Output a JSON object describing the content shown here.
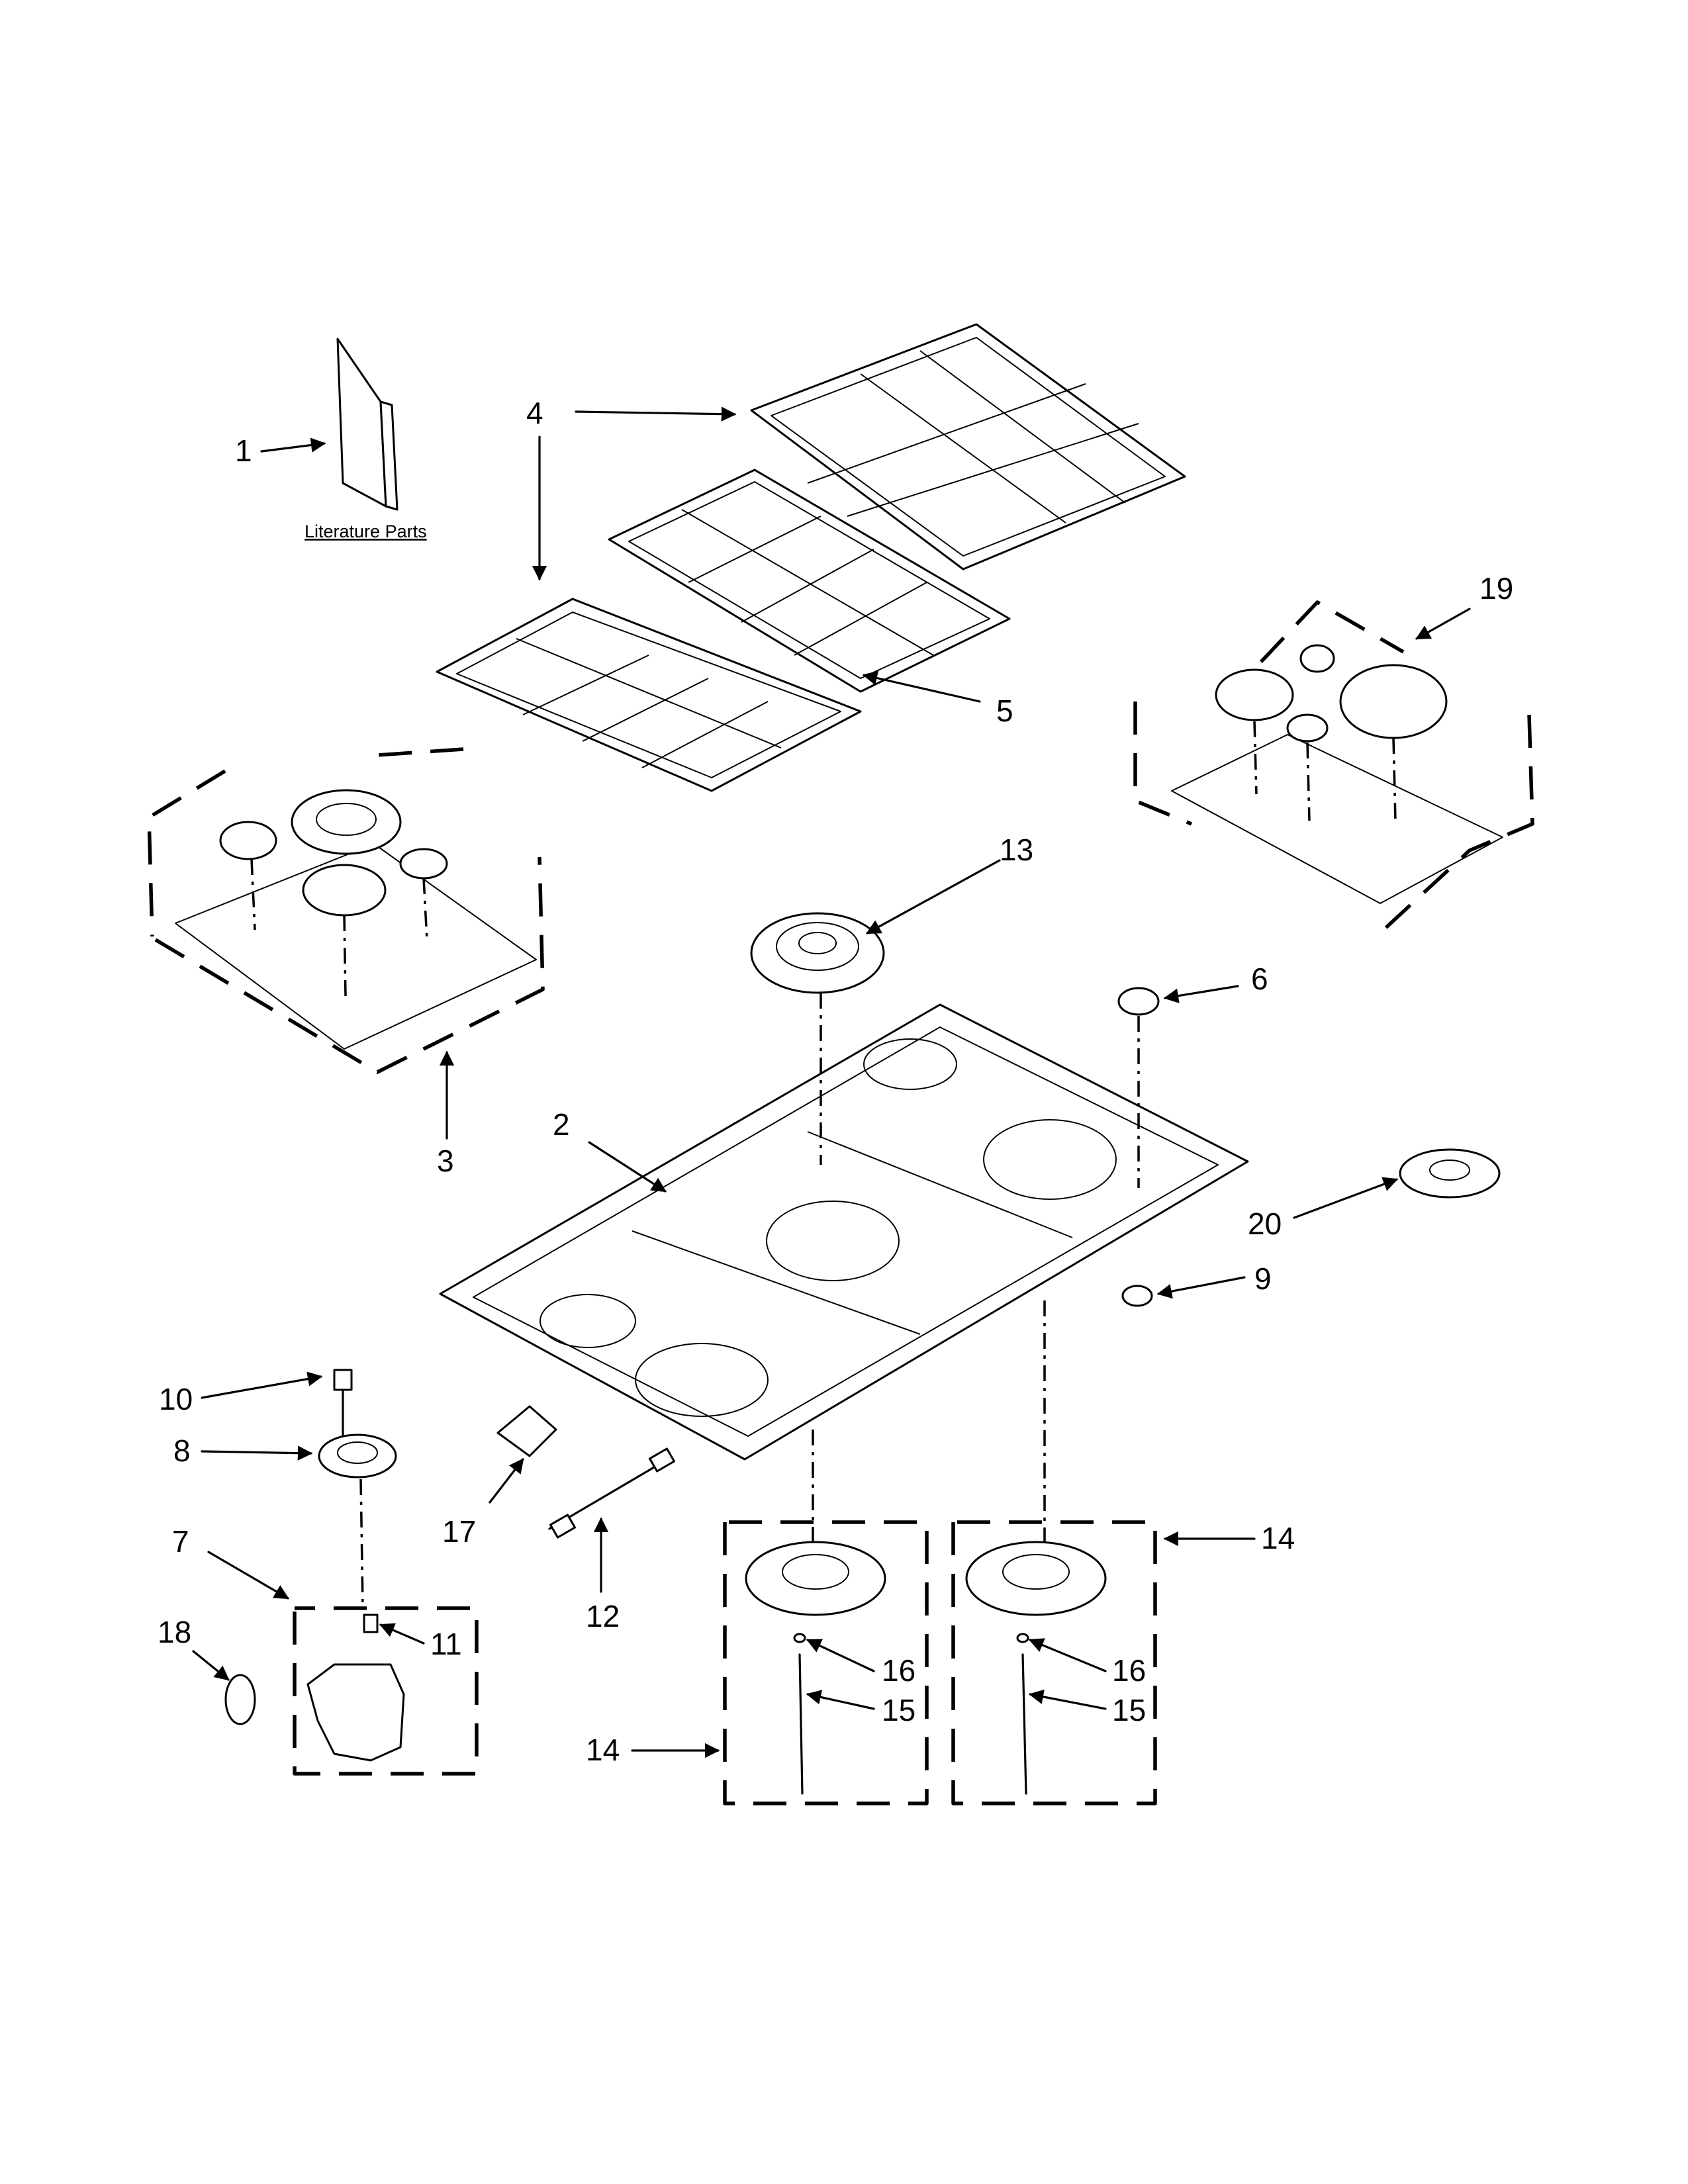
{
  "diagram": {
    "literature_label": "Literature Parts",
    "callouts": [
      {
        "id": "c1",
        "label": "1"
      },
      {
        "id": "c2",
        "label": "2"
      },
      {
        "id": "c3",
        "label": "3"
      },
      {
        "id": "c4",
        "label": "4"
      },
      {
        "id": "c5",
        "label": "5"
      },
      {
        "id": "c6",
        "label": "6"
      },
      {
        "id": "c7",
        "label": "7"
      },
      {
        "id": "c8",
        "label": "8"
      },
      {
        "id": "c9",
        "label": "9"
      },
      {
        "id": "c10",
        "label": "10"
      },
      {
        "id": "c11",
        "label": "11"
      },
      {
        "id": "c12",
        "label": "12"
      },
      {
        "id": "c13",
        "label": "13"
      },
      {
        "id": "c14a",
        "label": "14"
      },
      {
        "id": "c14b",
        "label": "14"
      },
      {
        "id": "c15a",
        "label": "15"
      },
      {
        "id": "c15b",
        "label": "15"
      },
      {
        "id": "c16a",
        "label": "16"
      },
      {
        "id": "c16b",
        "label": "16"
      },
      {
        "id": "c17",
        "label": "17"
      },
      {
        "id": "c18",
        "label": "18"
      },
      {
        "id": "c19",
        "label": "19"
      },
      {
        "id": "c20",
        "label": "20"
      }
    ]
  }
}
